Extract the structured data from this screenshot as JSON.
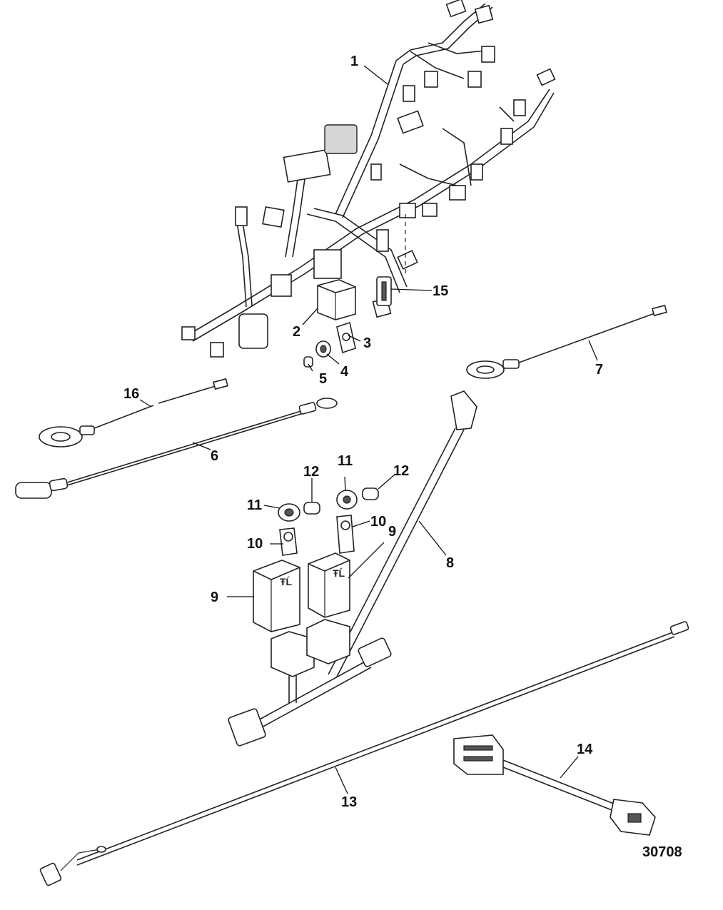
{
  "figure_number": "30708",
  "callouts": [
    {
      "id": "c1",
      "text": "1"
    },
    {
      "id": "c2",
      "text": "2"
    },
    {
      "id": "c3",
      "text": "3"
    },
    {
      "id": "c4",
      "text": "4"
    },
    {
      "id": "c5",
      "text": "5"
    },
    {
      "id": "c6",
      "text": "6"
    },
    {
      "id": "c7",
      "text": "7"
    },
    {
      "id": "c8",
      "text": "8"
    },
    {
      "id": "c9a",
      "text": "9"
    },
    {
      "id": "c9b",
      "text": "9"
    },
    {
      "id": "c10a",
      "text": "10"
    },
    {
      "id": "c10b",
      "text": "10"
    },
    {
      "id": "c11a",
      "text": "11"
    },
    {
      "id": "c11b",
      "text": "11"
    },
    {
      "id": "c12a",
      "text": "12"
    },
    {
      "id": "c12b",
      "text": "12"
    },
    {
      "id": "c13",
      "text": "13"
    },
    {
      "id": "c14",
      "text": "14"
    },
    {
      "id": "c15",
      "text": "15"
    },
    {
      "id": "c16",
      "text": "16"
    }
  ]
}
